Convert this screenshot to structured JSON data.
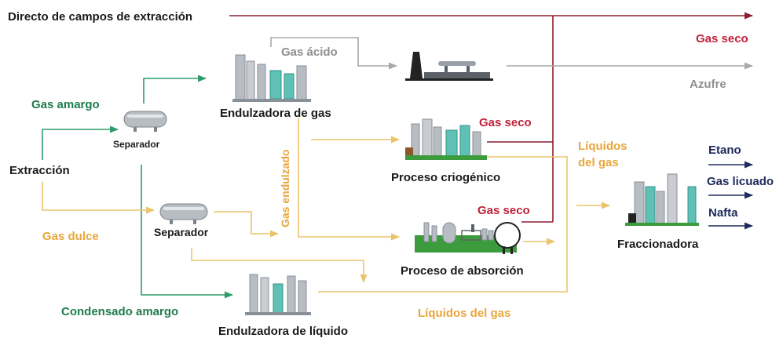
{
  "colors": {
    "green": "#2e9b6b",
    "yellow": "#e9c46a",
    "gray": "#a8a8a8",
    "red": "#8b1e2d",
    "navy": "#1f2a5c",
    "text_dark": "#1a1a1a",
    "text_red": "#c0223a",
    "text_orange": "#e9a63c",
    "text_gray": "#8f8f8f",
    "text_green": "#1f7a4c",
    "equip_gray": "#b8bdc4",
    "equip_teal": "#5fc0b5",
    "equip_dark": "#222222",
    "ground_green": "#3c9b3c",
    "ground_brown": "#8a5a2b"
  },
  "labels": {
    "direct_field": "Directo de campos de extracción",
    "gas_seco_top": "Gas seco",
    "azufre": "Azufre",
    "gas_acido": "Gas ácido",
    "gas_amargo": "Gas amargo",
    "separador_top": "Separador",
    "endulzadora_gas": "Endulzadora de gas",
    "gas_seco_crio": "Gas seco",
    "gas_endulzado": "Gas endulzado",
    "proceso_criogenico": "Proceso criogénico",
    "liquidos_gas_right_1": "Líquidos",
    "liquidos_gas_right_2": "del gas",
    "extraccion": "Extracción",
    "gas_dulce": "Gas dulce",
    "separador_bottom": "Separador",
    "gas_seco_abs": "Gas seco",
    "proceso_absorcion": "Proceso de absorción",
    "condensado_amargo": "Condensado amargo",
    "endulzadora_liquido": "Endulzadora de líquido",
    "liquidos_gas_bottom": "Líquidos del gas",
    "etano": "Etano",
    "gas_licuado": "Gas licuado",
    "nafta": "Nafta",
    "fraccionadora": "Fraccionadora"
  }
}
